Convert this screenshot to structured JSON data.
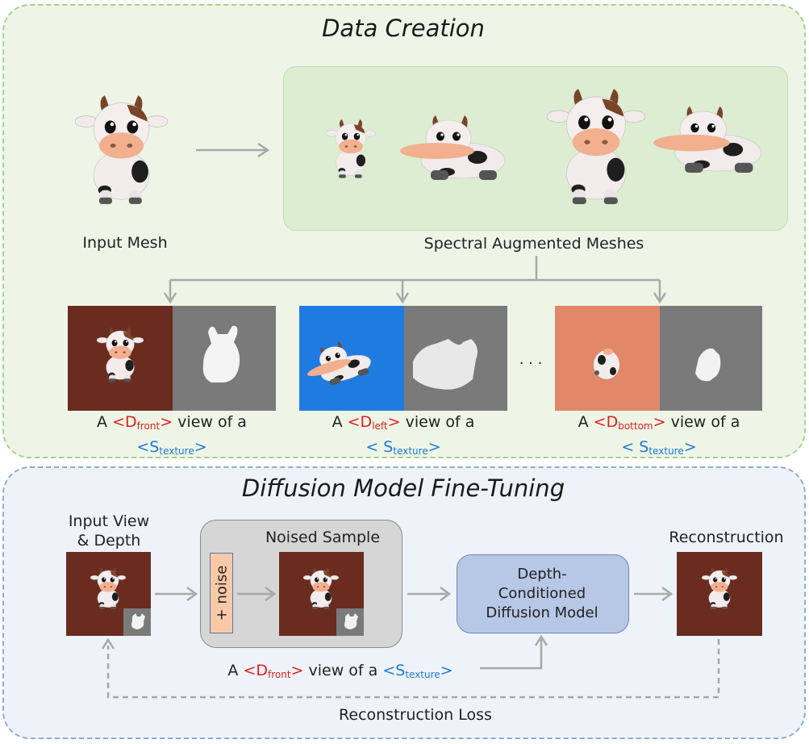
{
  "data_creation": {
    "title": "Data Creation",
    "input_mesh_label": "Input Mesh",
    "augmented_label": "Spectral Augmented Meshes",
    "ellipsis": "· · ·",
    "views": [
      {
        "prefix": "A ",
        "token": "<D",
        "sub": "front",
        "close": ">",
        "suffix": " view of a",
        "style_token": "<S",
        "style_sub": "texture",
        "style_close": ">",
        "bg": "#6b2c20"
      },
      {
        "prefix": "A ",
        "token": "<D",
        "sub": "left",
        "close": ">",
        "suffix": " view of a",
        "style_token": "< S",
        "style_sub": "texture",
        "style_close": ">",
        "bg": "#1f7be0"
      },
      {
        "prefix": "A ",
        "token": "<D",
        "sub": "bottom",
        "close": ">",
        "suffix": " view of a",
        "style_token": "< S",
        "style_sub": "texture",
        "style_close": ">",
        "bg": "#e08868"
      }
    ]
  },
  "fine_tuning": {
    "title": "Diffusion Model Fine-Tuning",
    "input_label_1": "Input View",
    "input_label_2": "& Depth",
    "noised_label": "Noised Sample",
    "noise_tag": "+ noise",
    "model_line1": "Depth-",
    "model_line2": "Conditioned",
    "model_line3": "Diffusion Model",
    "reconstruction_label": "Reconstruction",
    "loss_label": "Reconstruction Loss",
    "prompt": {
      "prefix": "A ",
      "token": "<D",
      "sub": "front",
      "close": ">",
      "suffix": " view of a ",
      "style_token": "<S",
      "style_sub": "texture",
      "style_close": ">"
    }
  },
  "colors": {
    "top_panel_bg": "#eef5e7",
    "bottom_panel_bg": "#eef3fa",
    "render_bg_brown": "#6b2c20",
    "depth_bg": "#7a7a7a",
    "token_red": "#e02020",
    "token_blue": "#1f7ad6"
  }
}
